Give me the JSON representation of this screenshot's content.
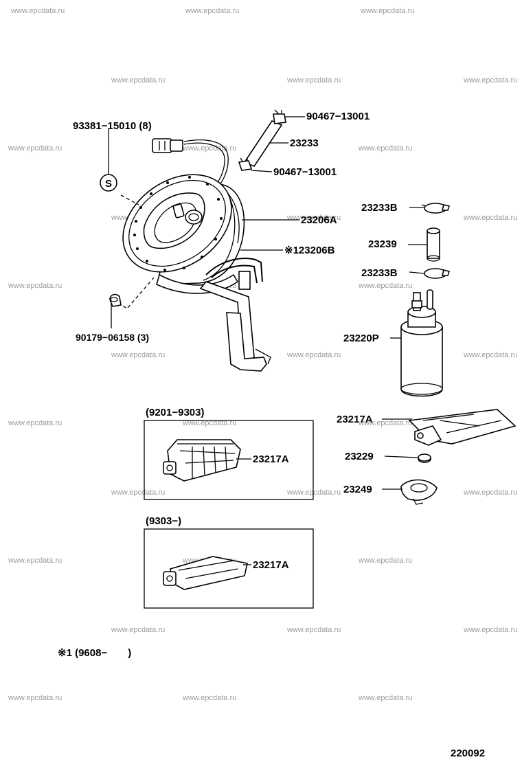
{
  "watermark": "www.epcdata.ru",
  "diagram_number": "220092",
  "footnote": "※1 (9608−　　)",
  "variant_labels": {
    "box1": "(9201−9303)",
    "box2": "(9303−)"
  },
  "callouts": {
    "screw_93381": "93381−15010 (8)",
    "clamp_top": "90467−13001",
    "hose_23233": "23233",
    "clamp_bottom": "90467−13001",
    "assy_23206a": "23206A",
    "assy_23206b": "※123206B",
    "grommet_90179": "90179−06158 (3)",
    "clamp_23233b_top": "23233B",
    "hose_23239": "23239",
    "clamp_23233b_bottom": "23233B",
    "pump_23220p": "23220P",
    "filter_23217a": "23217A",
    "filter_box1": "23217A",
    "filter_box2": "23217A",
    "ring_23229": "23229",
    "retainer_23249": "23249"
  },
  "symbols": {
    "screw_marker": "S"
  }
}
